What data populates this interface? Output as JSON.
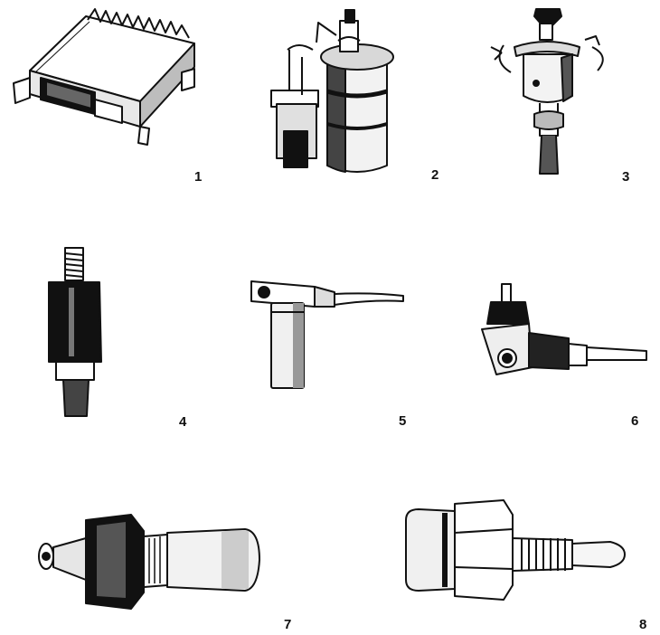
{
  "figure": {
    "ink": "#111111",
    "paper": "#ffffff",
    "shade": "#cfcfcf",
    "labels": [
      "1",
      "2",
      "3",
      "4",
      "5",
      "6",
      "7",
      "8"
    ]
  }
}
